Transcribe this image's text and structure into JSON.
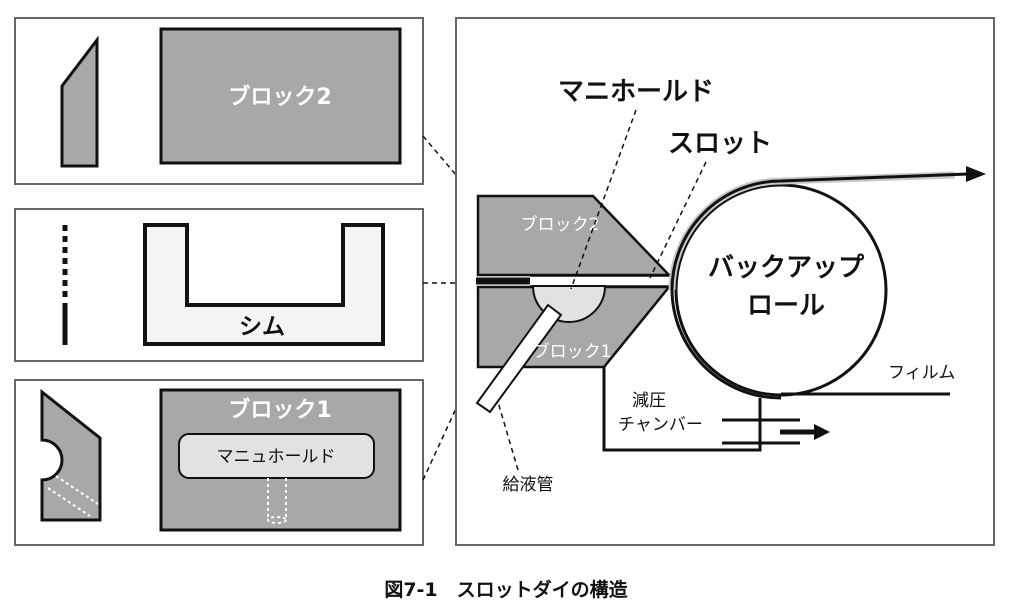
{
  "panels": {
    "block2": {
      "label": "ブロック2"
    },
    "shim": {
      "label": "シム"
    },
    "block1": {
      "label": "ブロック1",
      "manifold_label": "マニュホールド"
    }
  },
  "assembly": {
    "block2_label": "ブロック2",
    "block1_label": "ブロック1",
    "manifold_label": "マニホールド",
    "slot_label": "スロット",
    "roll_label_line1": "バックアップ",
    "roll_label_line2": "ロール",
    "film_label": "フィルム",
    "chamber_label_line1": "減圧",
    "chamber_label_line2": "チャンバー",
    "feed_pipe_label": "給液管"
  },
  "caption": "図7-1　スロットダイの構造",
  "colors": {
    "block_fill": "#a8a8a8",
    "shim_fill": "#f4f4f4",
    "outline": "#111111",
    "frame": "#666666",
    "manifold_fill": "#e2e2e2",
    "film_shadow": "#c8c8c8"
  }
}
